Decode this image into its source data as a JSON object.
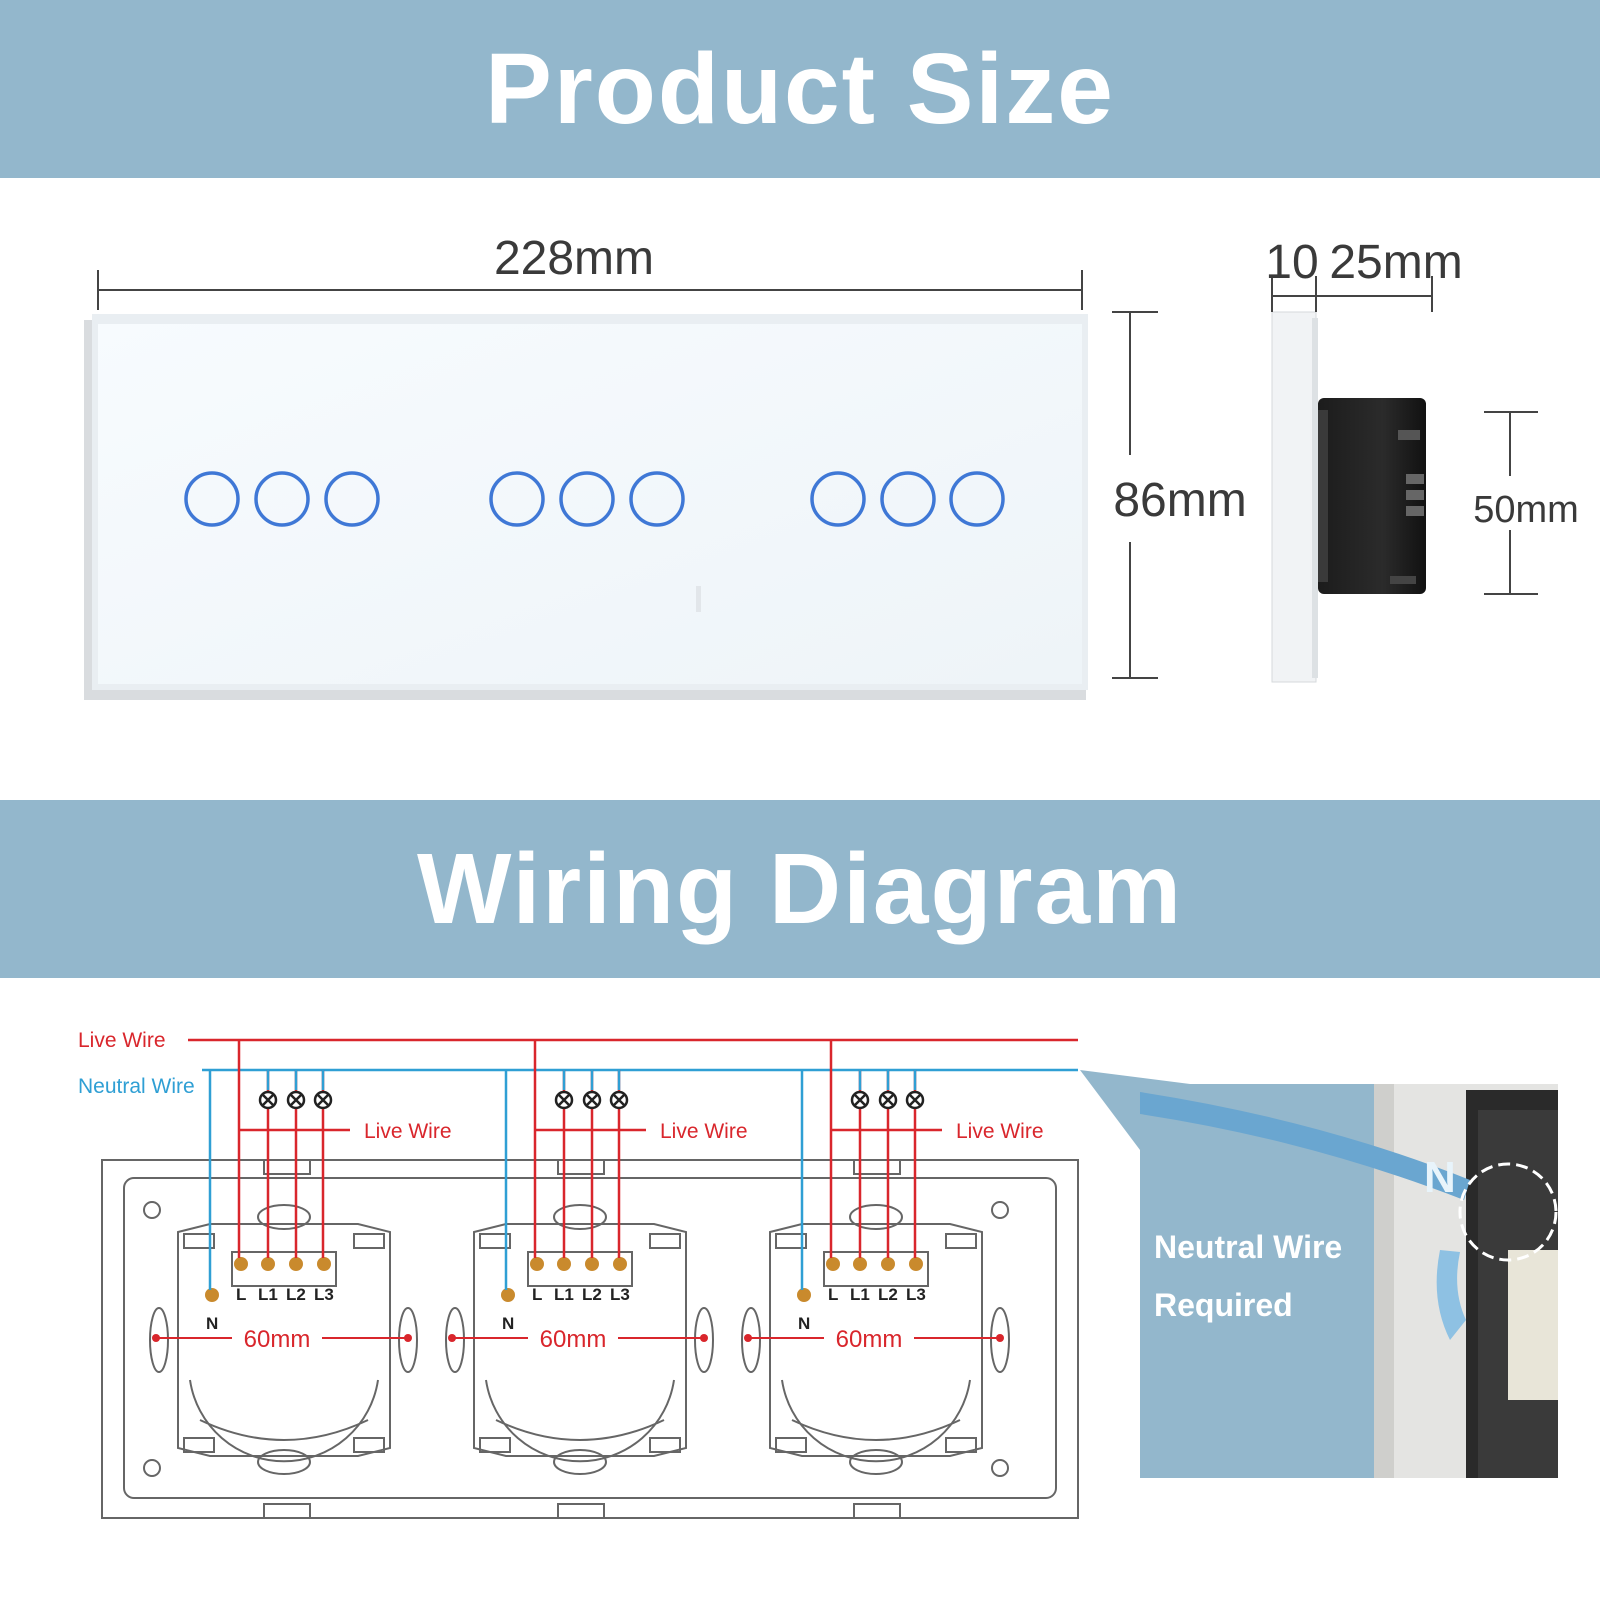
{
  "sections": {
    "product_size_title": "Product Size",
    "wiring_title": "Wiring Diagram"
  },
  "dimensions": {
    "width": "228mm",
    "height": "86mm",
    "side_front": "10",
    "side_depth": "25mm",
    "box_height": "50mm"
  },
  "wiring": {
    "live_wire": "Live Wire",
    "neutral_wire": "Neutral Wire",
    "module_live": "Live Wire",
    "spacing": "60mm",
    "terminals": [
      "L",
      "L1",
      "L2",
      "L3"
    ],
    "neutral_terminal": "N"
  },
  "callout": {
    "line1": "Neutral Wire",
    "line2": "Required",
    "n_label": "N"
  },
  "colors": {
    "banner": "#93b7cc",
    "live": "#d9262c",
    "neutral": "#2f9fd4",
    "button_ring": "#3f78d6"
  }
}
